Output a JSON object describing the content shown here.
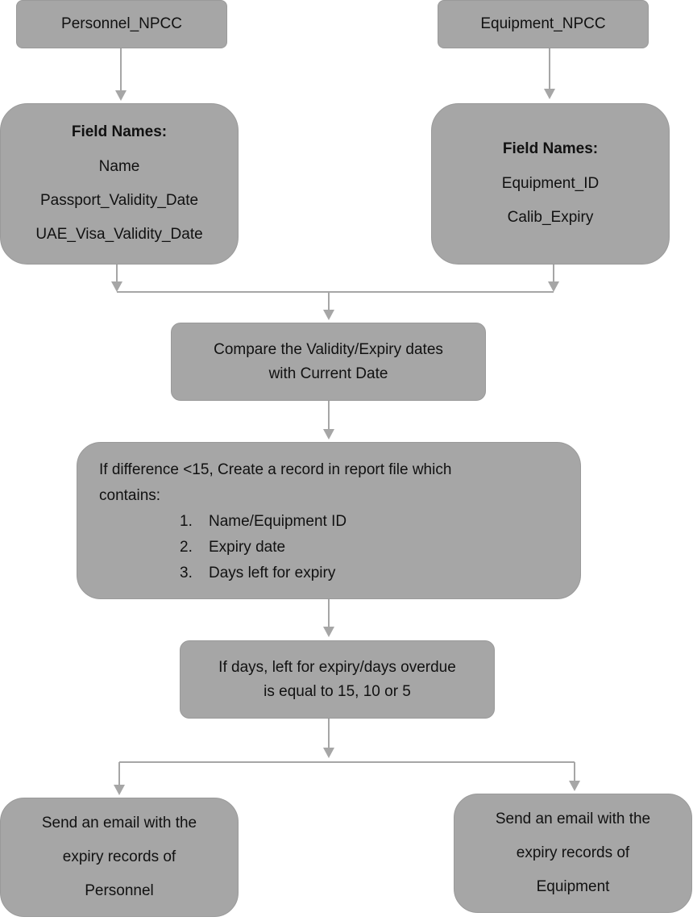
{
  "personnel_table": {
    "title": "Personnel_NPCC",
    "fields_heading": "Field Names:",
    "fields": [
      "Name",
      "Passport_Validity_Date",
      "UAE_Visa_Validity_Date"
    ]
  },
  "equipment_table": {
    "title": "Equipment_NPCC",
    "fields_heading": "Field Names:",
    "fields": [
      "Equipment_ID",
      "Calib_Expiry"
    ]
  },
  "compare_step": {
    "lines": [
      "Compare the Validity/Expiry dates",
      "with Current Date"
    ]
  },
  "record_step": {
    "intro_lines": [
      "If difference <15, Create a record in report file which",
      "contains:"
    ],
    "items": [
      {
        "number": "1.",
        "text": "Name/Equipment ID"
      },
      {
        "number": "2.",
        "text": "Expiry date"
      },
      {
        "number": "3.",
        "text": "Days left for expiry"
      }
    ]
  },
  "condition_step": {
    "lines": [
      "If days, left for expiry/days overdue",
      "is equal to 15, 10 or 5"
    ]
  },
  "email_personnel": {
    "lines": [
      "Send an email with the",
      "expiry records of",
      "Personnel"
    ]
  },
  "email_equipment": {
    "lines": [
      "Send an email with the",
      "expiry records of",
      "Equipment"
    ]
  },
  "colors": {
    "box_fill": "#a6a6a6",
    "connector": "#a6a6a6",
    "text": "#111111",
    "background": "#ffffff"
  }
}
